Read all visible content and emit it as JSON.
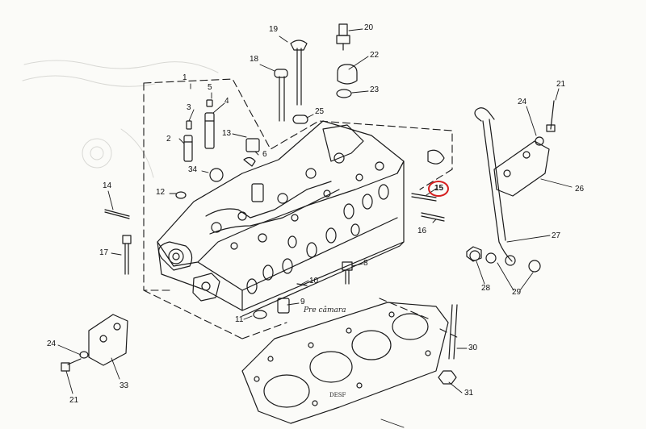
{
  "diagram": {
    "callouts": [
      "1",
      "2",
      "3",
      "4",
      "5",
      "6",
      "8",
      "9",
      "10",
      "11",
      "12",
      "13",
      "14",
      "15",
      "16",
      "17",
      "18",
      "19",
      "20",
      "21",
      "22",
      "23",
      "24",
      "25",
      "26",
      "27",
      "28",
      "29",
      "30",
      "31",
      "33",
      "34"
    ],
    "handwritten_note": "Pre câmara",
    "highlighted_callout": "15",
    "highlight_color": "#d51f1f",
    "ink_color": "#1a1a1a",
    "gasket_stamp": "DESF"
  }
}
